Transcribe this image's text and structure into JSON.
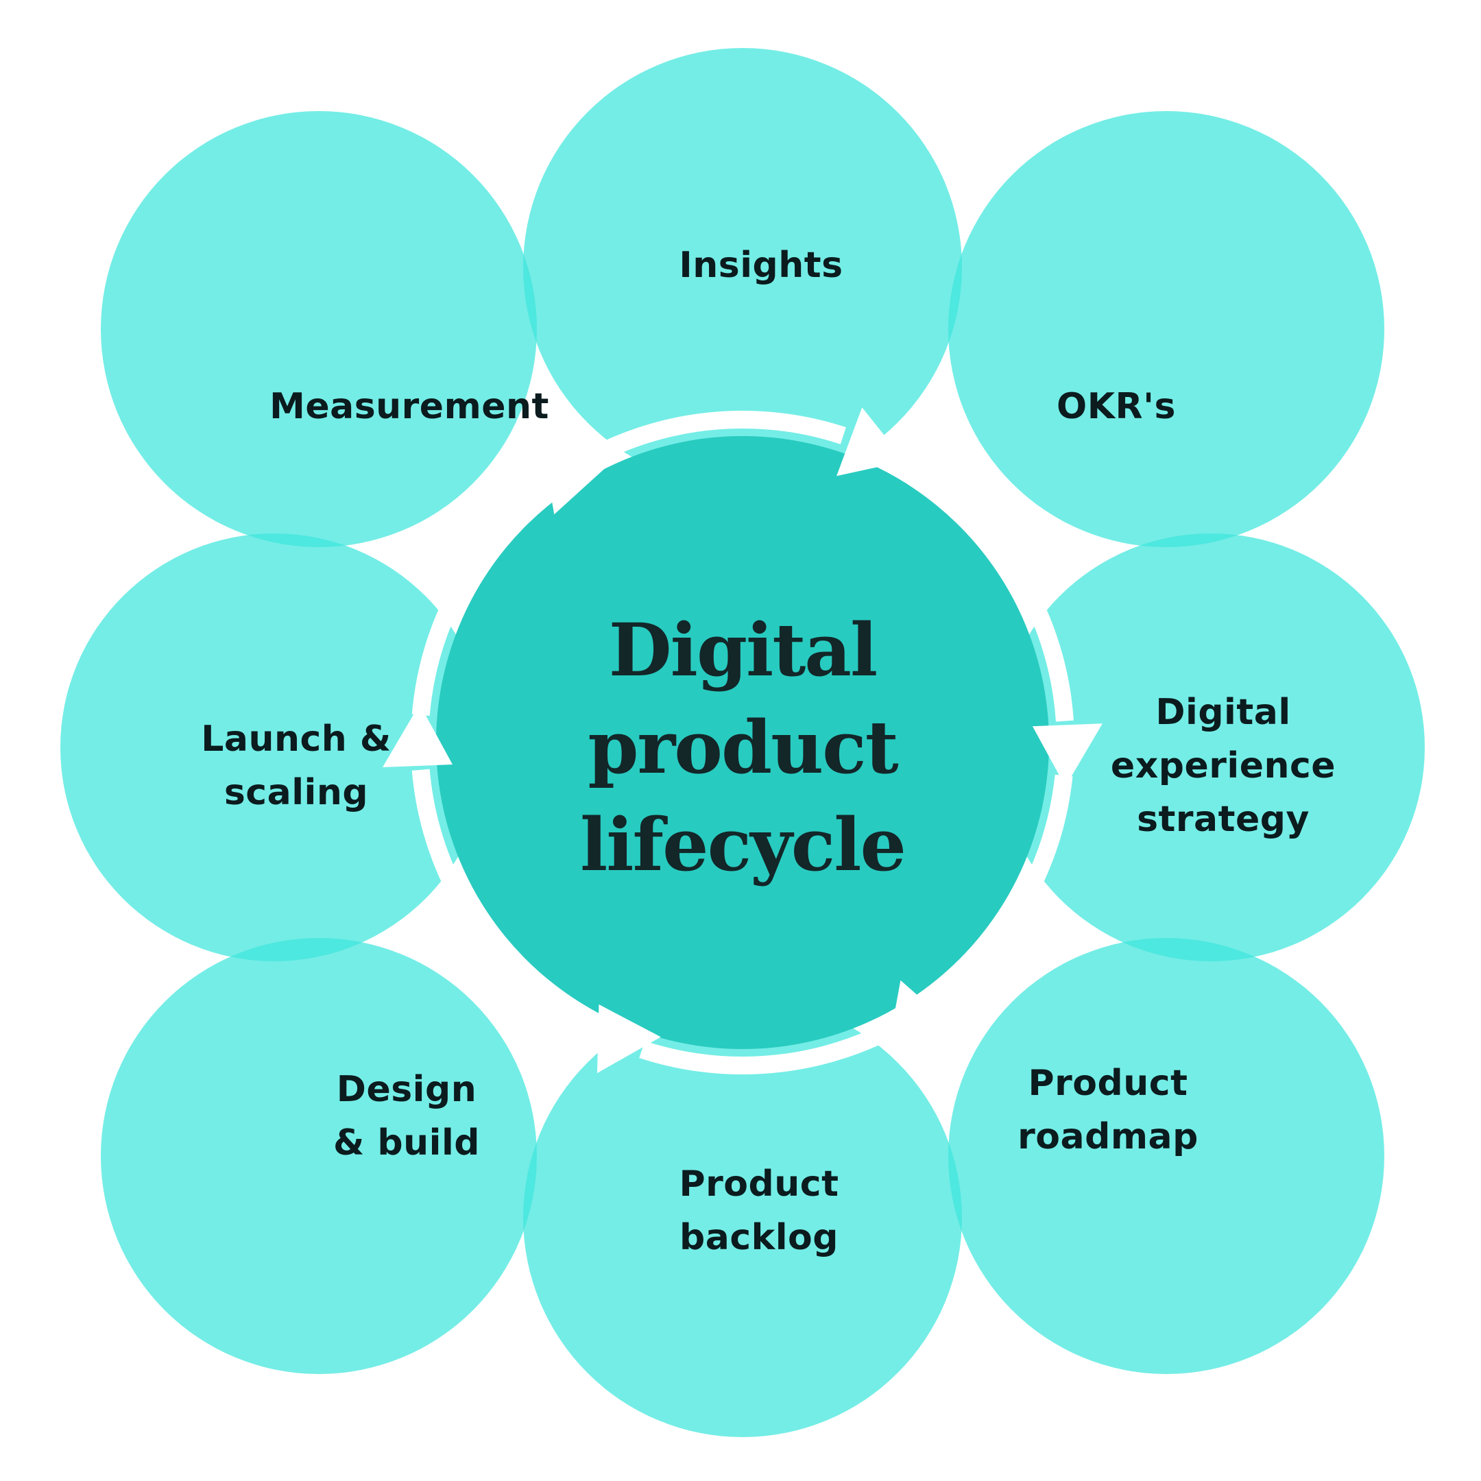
{
  "title": {
    "lines": [
      "Digital",
      "product",
      "lifecycle"
    ]
  },
  "stages": [
    {
      "name": "insights",
      "position": "top",
      "label_lines": [
        "Insights"
      ]
    },
    {
      "name": "okrs",
      "position": "top-right",
      "label_lines": [
        "OKR's"
      ]
    },
    {
      "name": "digital-experience-strategy",
      "position": "right",
      "label_lines": [
        "Digital",
        "experience",
        "strategy"
      ]
    },
    {
      "name": "product-roadmap",
      "position": "bottom-right",
      "label_lines": [
        "Product",
        "roadmap"
      ]
    },
    {
      "name": "product-backlog",
      "position": "bottom",
      "label_lines": [
        "Product",
        "backlog"
      ]
    },
    {
      "name": "design-build",
      "position": "bottom-left",
      "label_lines": [
        "Design",
        "& build"
      ]
    },
    {
      "name": "launch-scaling",
      "position": "left",
      "label_lines": [
        "Launch &",
        "scaling"
      ]
    },
    {
      "name": "measurement",
      "position": "top-left",
      "label_lines": [
        "Measurement"
      ]
    }
  ],
  "cycle_ring": {
    "direction": "clockwise",
    "arrow_count": 6
  },
  "colors": {
    "background": "#FFFFFF",
    "petal_base": "#3EE6DC",
    "petal_single_appearance": "#74EDE6",
    "petal_overlap_appearance": "#4DE8DF",
    "center_circle": "#28CBC0",
    "ring_white": "#FFFFFF",
    "label_text": "#0B1B1E",
    "title_text": "#132628"
  }
}
